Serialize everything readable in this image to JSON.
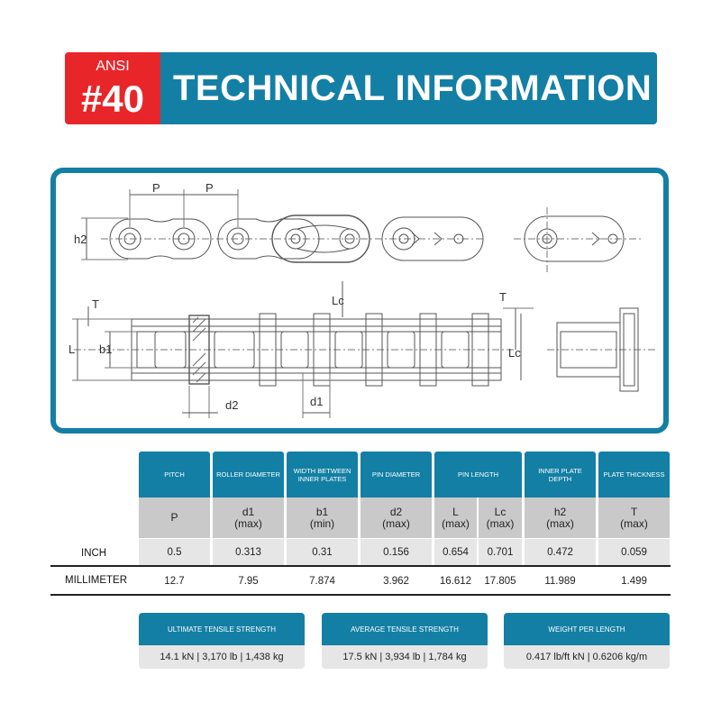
{
  "header": {
    "ansi_label": "ANSI",
    "ansi_number": "#40",
    "title": "TECHNICAL INFORMATION"
  },
  "drawing": {
    "labels": {
      "p1": "P",
      "p2": "P",
      "h2": "h2",
      "lc_top": "Lc",
      "t_top": "T",
      "t_left": "T",
      "l": "L",
      "b1": "b1",
      "lc_right": "Lc",
      "d2": "d2",
      "d1": "d1"
    }
  },
  "table": {
    "columns": [
      {
        "header": "PITCH",
        "symbol": "P",
        "unit": ""
      },
      {
        "header": "ROLLER DIAMETER",
        "symbol": "d1",
        "unit": "(max)"
      },
      {
        "header": "WIDTH BETWEEN INNER PLATES",
        "symbol": "b1",
        "unit": "(min)"
      },
      {
        "header": "PIN DIAMETER",
        "symbol": "d2",
        "unit": "(max)"
      },
      {
        "header": "PIN LENGTH",
        "symbol": "L",
        "unit": "(max)",
        "symbol2": "Lc",
        "unit2": "(max)"
      },
      {
        "header": "INNER PLATE DEPTH",
        "symbol": "h2",
        "unit": "(max)"
      },
      {
        "header": "PLATE THICKNESS",
        "symbol": "T",
        "unit": "(max)"
      }
    ],
    "rows": [
      {
        "label": "INCH",
        "values": [
          "0.5",
          "0.313",
          "0.31",
          "0.156",
          "0.654",
          "0.701",
          "0.472",
          "0.059"
        ]
      },
      {
        "label": "MILLIMETER",
        "values": [
          "12.7",
          "7.95",
          "7.874",
          "3.962",
          "16.612",
          "17.805",
          "11.989",
          "1.499"
        ]
      }
    ]
  },
  "strength": [
    {
      "label": "ULTIMATE TENSILE STRENGTH",
      "value": "14.1 kN | 3,170 lb | 1,438 kg"
    },
    {
      "label": "AVERAGE TENSILE STRENGTH",
      "value": "17.5 kN | 3,934 lb | 1,784 kg"
    },
    {
      "label": "WEIGHT PER LENGTH",
      "value": "0.417 lb/ft kN | 0.6206 kg/m"
    }
  ],
  "colors": {
    "brand_blue": "#137fa4",
    "accent_red": "#e8262a",
    "cell_grey": "#c9c9c9",
    "cell_light": "#e6e6e6"
  }
}
